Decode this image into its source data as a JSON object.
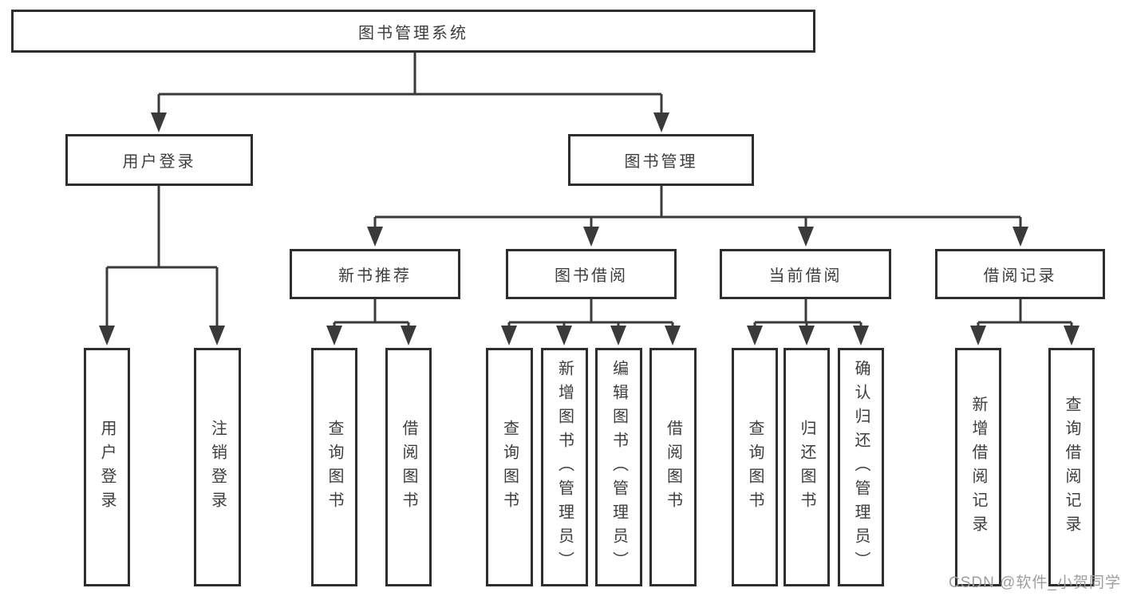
{
  "watermark": "CSDN @软件_小贺同学",
  "colors": {
    "line": "#3a3a3a",
    "box_border": "#2e2e2e",
    "text": "#3d3d3d",
    "watermark": "#9e9e9e",
    "background": "#ffffff"
  },
  "tree": {
    "root": {
      "label": "图书管理系统"
    },
    "level2": [
      {
        "label": "用户登录"
      },
      {
        "label": "图书管理"
      }
    ],
    "level3": [
      {
        "label": "新书推荐"
      },
      {
        "label": "图书借阅"
      },
      {
        "label": "当前借阅"
      },
      {
        "label": "借阅记录"
      }
    ],
    "leaves": [
      {
        "label": "用户登录",
        "parent": "用户登录"
      },
      {
        "label": "注销登录",
        "parent": "用户登录"
      },
      {
        "label": "查询图书",
        "parent": "新书推荐"
      },
      {
        "label": "借阅图书",
        "parent": "新书推荐"
      },
      {
        "label": "查询图书",
        "parent": "图书借阅"
      },
      {
        "label": "新增图书（管理员）",
        "parent": "图书借阅"
      },
      {
        "label": "编辑图书（管理员）",
        "parent": "图书借阅"
      },
      {
        "label": "借阅图书",
        "parent": "图书借阅"
      },
      {
        "label": "查询图书",
        "parent": "当前借阅"
      },
      {
        "label": "归还图书",
        "parent": "当前借阅"
      },
      {
        "label": "确认归还（管理员）",
        "parent": "当前借阅"
      },
      {
        "label": "新增借阅记录",
        "parent": "借阅记录"
      },
      {
        "label": "查询借阅记录",
        "parent": "借阅记录"
      }
    ]
  }
}
